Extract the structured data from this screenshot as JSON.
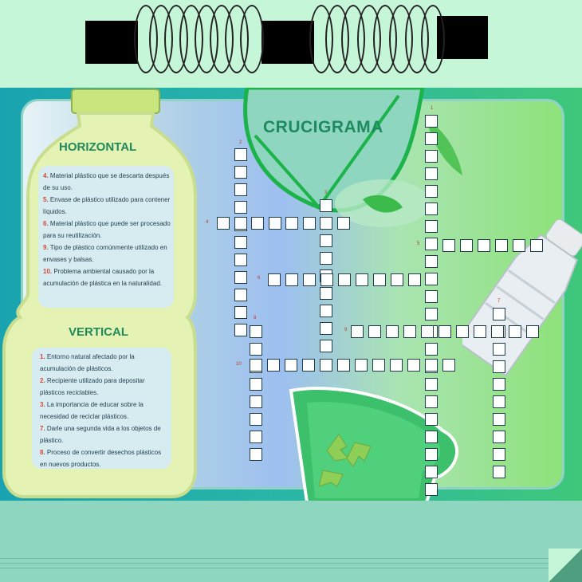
{
  "title": "CRUCIGRAMA",
  "horizontal": {
    "heading": "HORIZONTAL",
    "clues": [
      {
        "n": "4.",
        "text": "Material plástico que se descarta después de su uso."
      },
      {
        "n": "5.",
        "text": "Envase de plástico utilizado para contener líquidos."
      },
      {
        "n": "6.",
        "text": "Material plástico que puede ser procesado para su reutilización."
      },
      {
        "n": "9.",
        "text": "Tipo de plástico comúnmente utilizado en envases y balsas."
      },
      {
        "n": "10.",
        "text": "Problema ambiental causado por la acumulación de plástica en la naturalidad."
      }
    ]
  },
  "vertical": {
    "heading": "VERTICAL",
    "clues": [
      {
        "n": "1.",
        "text": "Entorno natural afectado por la acumulación de plásticos."
      },
      {
        "n": "2.",
        "text": "Recipiente utilizado para depositar plásticos reciclables."
      },
      {
        "n": "3.",
        "text": "La importancia de educar sobre la necesidad de reciclar plásticos."
      },
      {
        "n": "7.",
        "text": "Darle una segunda vida a los objetos de plástico."
      },
      {
        "n": "8.",
        "text": "Proceso de convertir desechos plásticos en nuevos productos."
      }
    ]
  },
  "grid_numbers": [
    "1",
    "2",
    "3",
    "4",
    "5",
    "6",
    "7",
    "8",
    "9",
    "10"
  ],
  "colors": {
    "accent": "#1d8a5f",
    "number": "#d04a3c"
  }
}
